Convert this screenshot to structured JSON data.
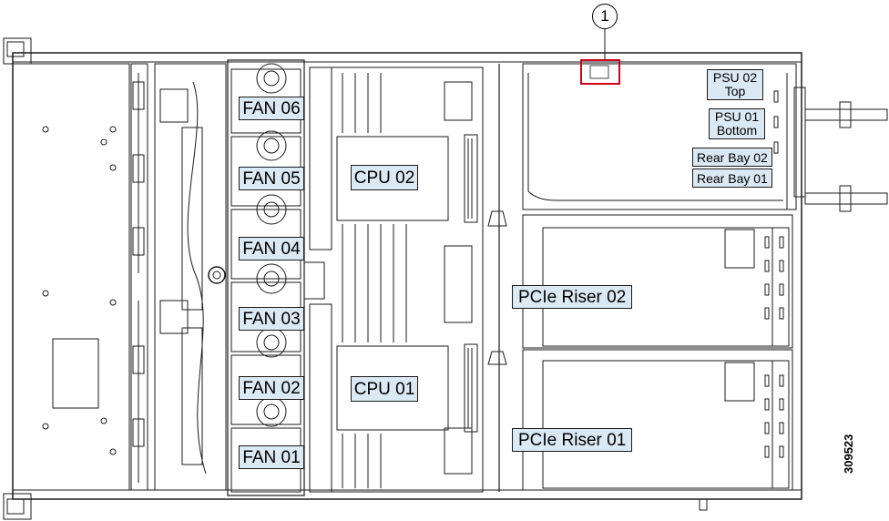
{
  "callout_number": "1",
  "figure_id": "309523",
  "fans": [
    "FAN 06",
    "FAN 05",
    "FAN 04",
    "FAN 03",
    "FAN 02",
    "FAN 01"
  ],
  "cpus": {
    "top": "CPU 02",
    "bottom": "CPU 01"
  },
  "psus": [
    {
      "line1": "PSU 02",
      "line2": "Top"
    },
    {
      "line1": "PSU 01",
      "line2": "Bottom"
    }
  ],
  "rear_bays": [
    "Rear Bay 02",
    "Rear Bay 01"
  ],
  "risers": [
    "PCIe Riser 02",
    "PCIe Riser 01"
  ],
  "colors": {
    "label_fill": "#dbe9f5",
    "callout_box": "#d0021b",
    "line": "#1a1a1a"
  }
}
